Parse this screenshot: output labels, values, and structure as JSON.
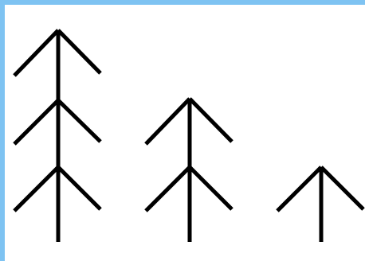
{
  "figure": {
    "colors": {
      "frame": "#7ec3f2",
      "background": "#ffffff",
      "stroke": "#000000"
    },
    "trees": [
      {
        "branch_levels": 3
      },
      {
        "branch_levels": 2
      },
      {
        "branch_levels": 1
      }
    ]
  }
}
